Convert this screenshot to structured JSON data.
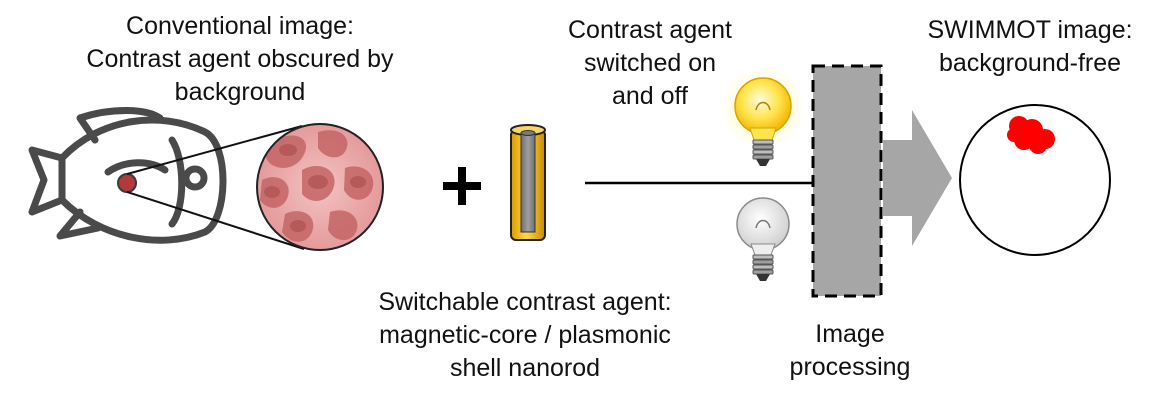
{
  "labels": {
    "conventional": [
      "Conventional image:",
      "Contrast agent obscured by",
      "background"
    ],
    "agent_switch": [
      "Contrast agent",
      "switched on",
      "and off"
    ],
    "swimmot": [
      "SWIMMOT image:",
      "background-free"
    ],
    "switchable": [
      "Switchable contrast agent:",
      "magnetic-core / plasmonic",
      "shell nanorod"
    ],
    "processing": [
      "Image",
      "processing"
    ]
  },
  "colors": {
    "tissue": "#e8a3a3",
    "cells": "#c46565",
    "agent_dot": "#b23a3a",
    "shell": "#f2c230",
    "core": "#8c8c8c",
    "processing_box": "#a6a6a6",
    "signal": "#ff0000",
    "bulb_on": "#ffe44d"
  }
}
